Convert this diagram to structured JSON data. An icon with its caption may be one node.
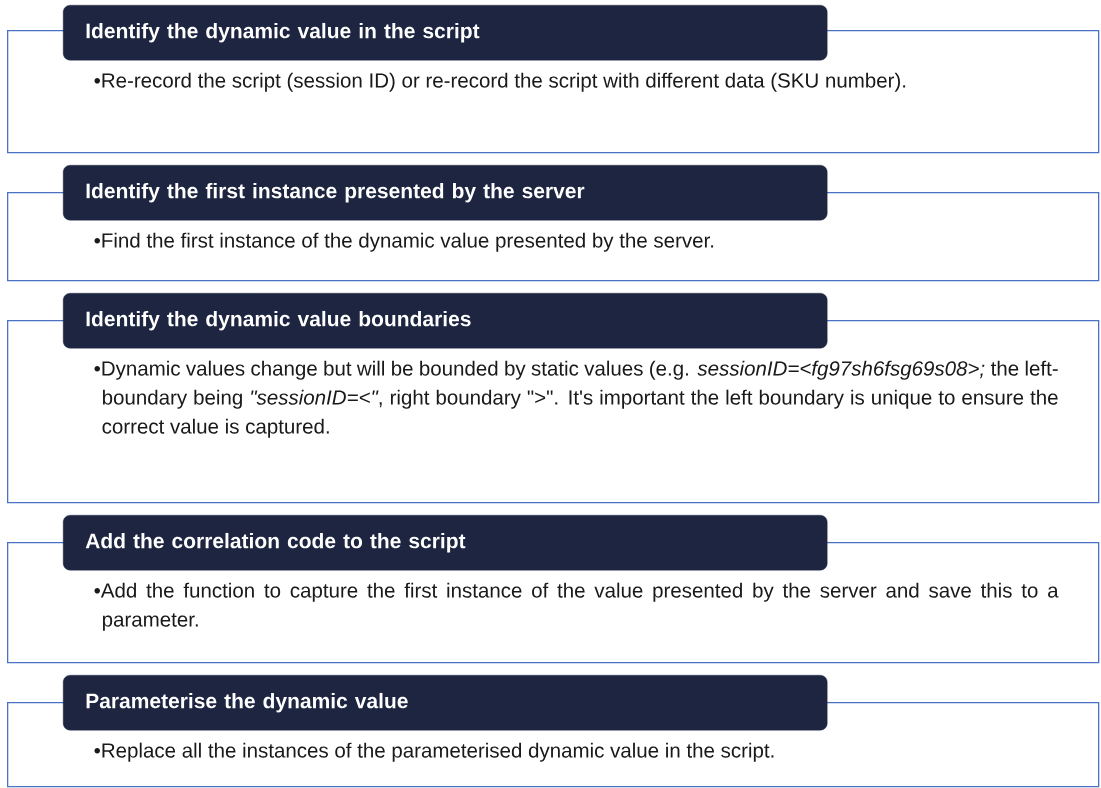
{
  "diagram": {
    "nodes": [
      {
        "text": [
          "Identify the dynamic value in the script"
        ]
      },
      {
        "text": [
          "•Re-record the script (session ID) or re-record the script with different data (SKU number)."
        ]
      },
      {
        "text": [
          "Identify the first instance presented by the server"
        ]
      },
      {
        "text": [
          "•Find the first instance of the dynamic value presented by the server."
        ]
      },
      {
        "text": [
          "Identify the dynamic value boundaries"
        ]
      },
      {
        "text": [
          "•Dynamic values change but will be bounded by static values (e.g. *sessionID=<fg97sh6fsg69s08>;* the left-boundary being *\"sessionID=<\"*, right boundary \">\". It's important the left boundary is unique to ensure the correct value is captured."
        ]
      },
      {
        "text": [
          "Add the correlation code to the script"
        ]
      },
      {
        "text": [
          "•Add the function to capture the first instance of the value presented by the server and save this to a parameter."
        ]
      },
      {
        "text": [
          "Parameterise the dynamic value"
        ]
      },
      {
        "text": [
          "•Replace all the instances of the parameterised dynamic value in the script."
        ]
      }
    ]
  }
}
